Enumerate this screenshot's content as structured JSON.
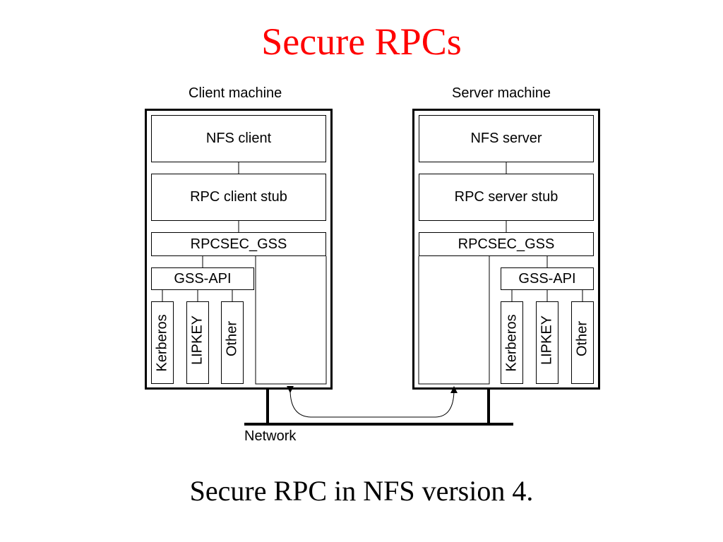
{
  "title": "Secure RPCs",
  "caption": "Secure RPC in NFS version 4.",
  "client": {
    "heading": "Client machine",
    "nfs": "NFS client",
    "stub": "RPC client stub",
    "rpcsec": "RPCSEC_GSS",
    "gssapi": "GSS-API",
    "mechanisms": [
      "Kerberos",
      "LIPKEY",
      "Other"
    ]
  },
  "server": {
    "heading": "Server machine",
    "nfs": "NFS server",
    "stub": "RPC server stub",
    "rpcsec": "RPCSEC_GSS",
    "gssapi": "GSS-API",
    "mechanisms": [
      "Kerberos",
      "LIPKEY",
      "Other"
    ]
  },
  "network": "Network"
}
